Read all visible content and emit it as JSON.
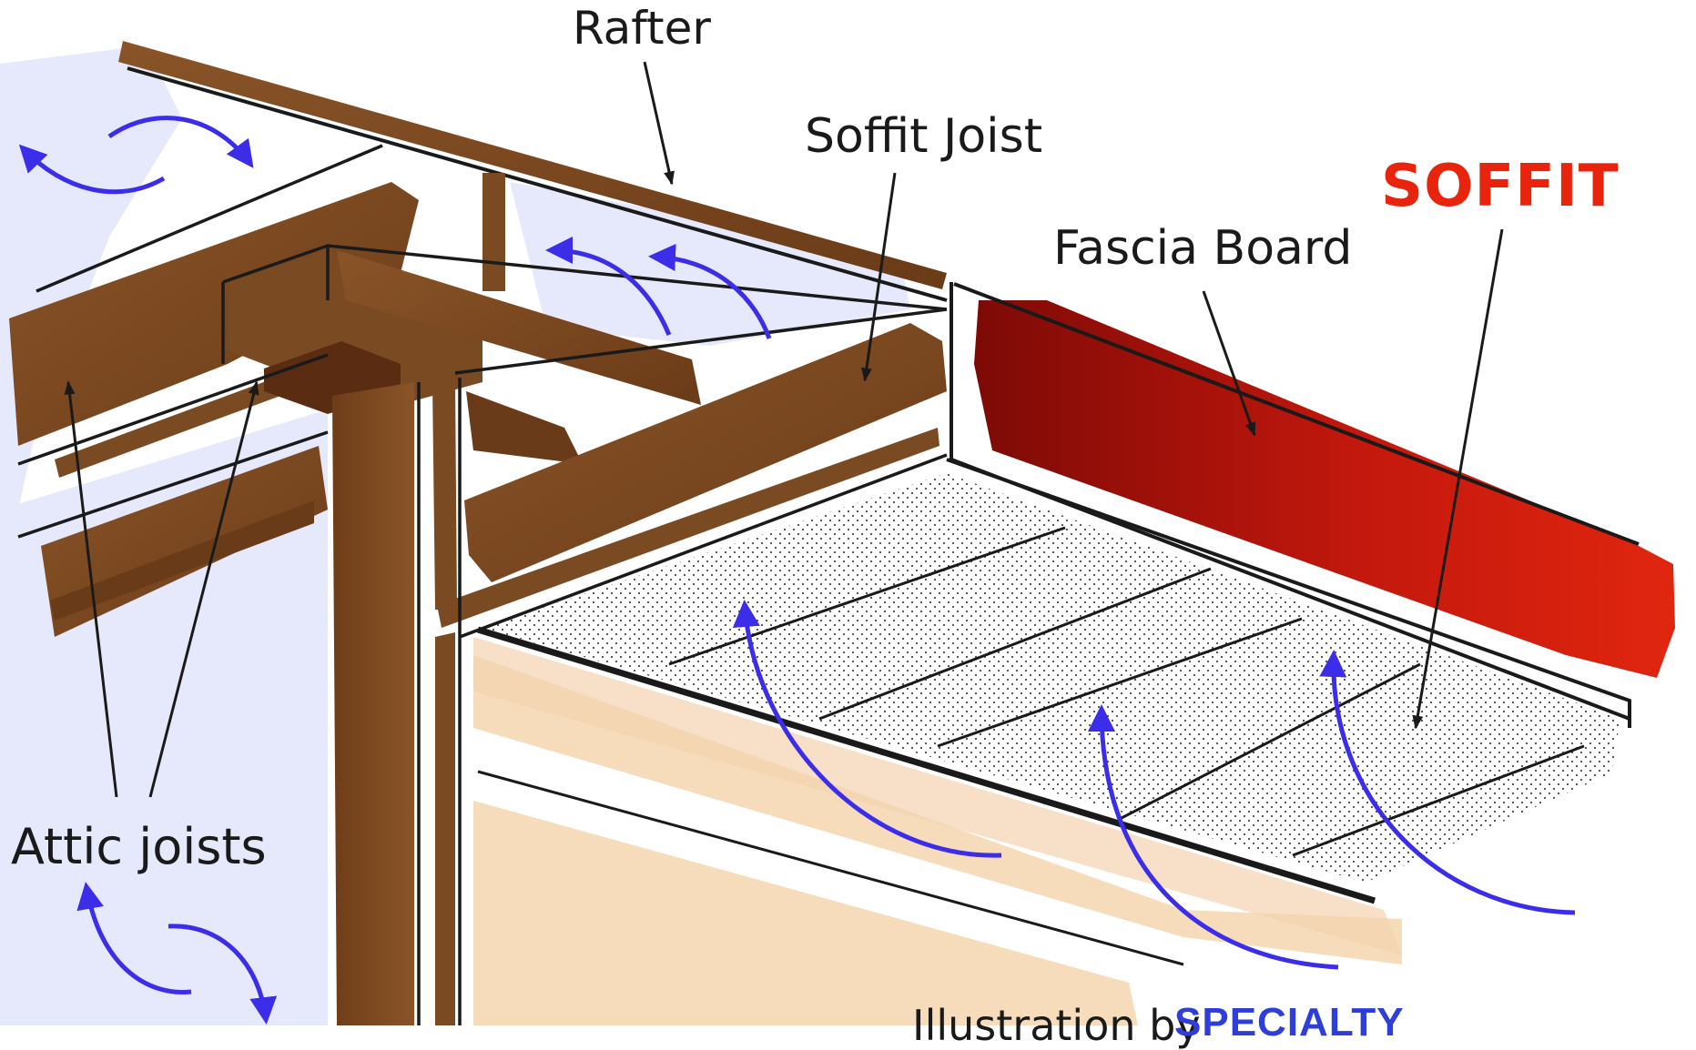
{
  "labels": {
    "rafter": "Rafter",
    "soffit_joist": "Soffit Joist",
    "fascia_board": "Fascia Board",
    "soffit": "SOFFIT",
    "attic_joists": "Attic joists",
    "credit": "Illustration by",
    "brand": "SPECIALTY"
  },
  "colors": {
    "wood": "#7a4a22",
    "wood_dark": "#5a2d12",
    "fascia": "#c3180d",
    "fascia_dark": "#7d0a06",
    "siding": "#f7dcbc",
    "sky": "#e6e9fb",
    "arrow": "#3c2ee8",
    "soffit_label": "#e8250c",
    "brand": "#2d3fd8",
    "outline": "#1a1a1a"
  }
}
